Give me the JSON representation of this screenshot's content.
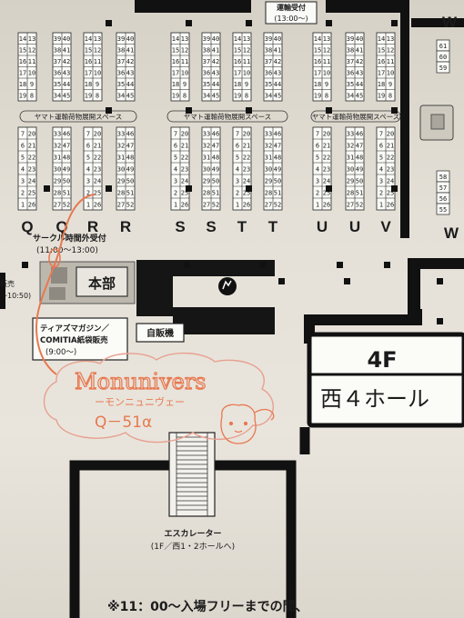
{
  "hall_sign": {
    "floor": "4F",
    "name": "西４ホール"
  },
  "labels": {
    "transport_reception": "運輸受付",
    "transport_reception_time": "(13:00〜)",
    "w_top": "W",
    "w_bottom": "W",
    "yamato_storage": [
      "ヤマト運輸荷物展開スペース",
      "ヤマト運輸荷物展開スペース",
      "ヤマト運輸荷物展開スペース"
    ],
    "circle_reception": "サークル時間外受付",
    "circle_reception_time": "(11:00〜13:00)",
    "headquarters": "本部",
    "left_sales": "販売",
    "left_sales_time": "〜10:50)",
    "vending_machine": "自販機",
    "tiaz_magazine": "ティアズマガジン／",
    "comitia_bag": "COMITIA紙袋販売",
    "tiaz_magazine_time": "(9:00〜)",
    "escalator": "エスカレーター",
    "escalator_destination": "(1F／西1・2ホールへ)",
    "bottom_notice": "※11：00〜入場フリーまでの間、"
  },
  "rows": [
    "Q",
    "Q",
    "R",
    "R",
    "S",
    "S",
    "T",
    "T",
    "U",
    "U",
    "V"
  ],
  "upper_block": {
    "left": [
      "13",
      "12",
      "11",
      "10",
      "9",
      "8"
    ],
    "right": [
      "14",
      "15",
      "16",
      "17",
      "18",
      "19"
    ],
    "left_b": [
      "39",
      "38",
      "37",
      "36",
      "35",
      "34"
    ],
    "right_b": [
      "40",
      "41",
      "42",
      "43",
      "44",
      "45"
    ]
  },
  "lower_block": {
    "left": [
      "7",
      "6",
      "5",
      "4",
      "3",
      "2",
      "1"
    ],
    "right": [
      "20",
      "21",
      "22",
      "23",
      "24",
      "25",
      "26"
    ],
    "left_b": [
      "33",
      "32",
      "31",
      "30",
      "29",
      "28",
      "27"
    ],
    "right_b": [
      "46",
      "47",
      "48",
      "49",
      "50",
      "51",
      "52"
    ]
  },
  "right_column": {
    "upper": [
      "61",
      "60",
      "59"
    ],
    "lower": [
      "58",
      "57",
      "56",
      "55"
    ]
  },
  "handwritten": {
    "circle_name": "Monunivers",
    "reading": "ーモンニュニヴェー",
    "booth": "Q－51α"
  }
}
